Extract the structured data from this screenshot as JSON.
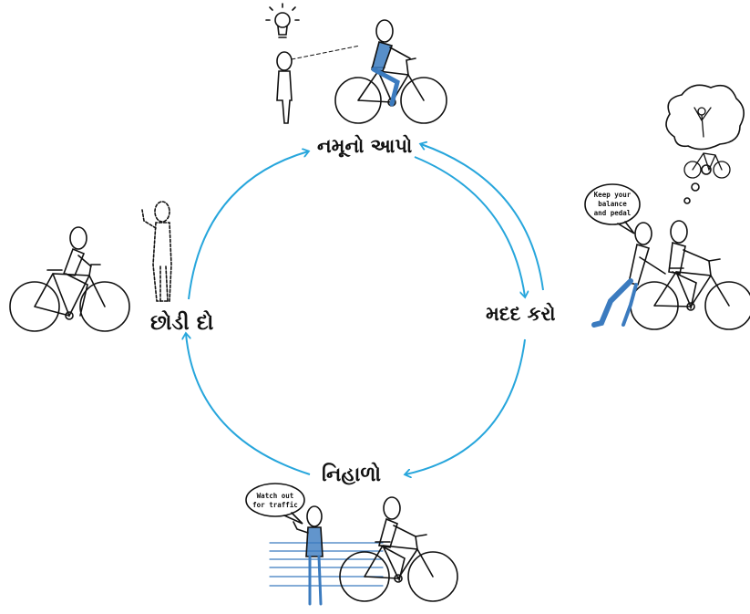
{
  "cycle": {
    "steps": [
      {
        "label": "નમૂનો આપો"
      },
      {
        "label": "મદદ કરો"
      },
      {
        "label": "નિહાળો"
      },
      {
        "label": "છોડી દો"
      }
    ]
  },
  "speech": {
    "helper": [
      "Keep your",
      "balance",
      "and pedal"
    ],
    "watcher": [
      "Watch out",
      "for traffic"
    ]
  },
  "colors": {
    "arrow": "#27a6dc",
    "accent": "#3b7bbf",
    "ink": "#111111"
  }
}
